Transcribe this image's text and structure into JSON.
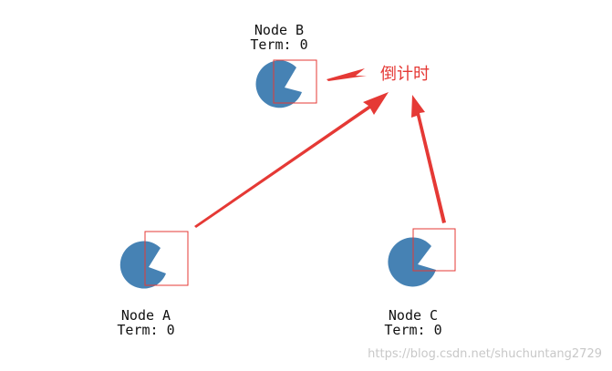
{
  "colors": {
    "node_fill": "#4682b4",
    "accent_red": "#e53935",
    "watermark": "#c8c8c8"
  },
  "nodes": [
    {
      "id": "b",
      "name": "Node B",
      "term": "Term: 0"
    },
    {
      "id": "a",
      "name": "Node A",
      "term": "Term: 0"
    },
    {
      "id": "c",
      "name": "Node C",
      "term": "Term: 0"
    }
  ],
  "annotation": {
    "label": "倒计时"
  },
  "watermark": {
    "text": "https://blog.csdn.net/shuchuntang2729"
  }
}
